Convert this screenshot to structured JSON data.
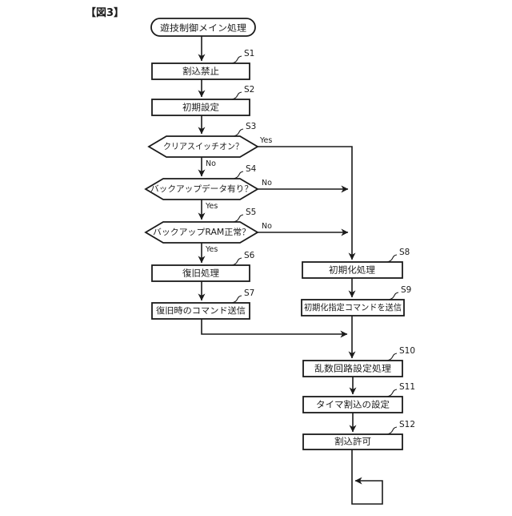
{
  "figure": {
    "label": "【図3】"
  },
  "flowchart": {
    "type": "flowchart",
    "start": {
      "label": "遊技制御メイン処理"
    },
    "steps": {
      "s1": {
        "id": "S1",
        "label": "割込禁止"
      },
      "s2": {
        "id": "S2",
        "label": "初期設定"
      },
      "s3": {
        "id": "S3",
        "label": "クリアスイッチオン？",
        "branch_right": "Yes",
        "branch_down": "No"
      },
      "s4": {
        "id": "S4",
        "label": "バックアップデータ有り？",
        "branch_right": "No",
        "branch_down": "Yes"
      },
      "s5": {
        "id": "S5",
        "label": "バックアップRAM正常？",
        "branch_right": "No",
        "branch_down": "Yes"
      },
      "s6": {
        "id": "S6",
        "label": "復旧処理"
      },
      "s7": {
        "id": "S7",
        "label": "復旧時のコマンド送信"
      },
      "s8": {
        "id": "S8",
        "label": "初期化処理"
      },
      "s9": {
        "id": "S9",
        "label": "初期化指定コマンドを送信"
      },
      "s10": {
        "id": "S10",
        "label": "乱数回路設定処理"
      },
      "s11": {
        "id": "S11",
        "label": "タイマ割込の設定"
      },
      "s12": {
        "id": "S12",
        "label": "割込許可"
      }
    },
    "colors": {
      "line": "#1a1a1a",
      "background": "#ffffff"
    }
  }
}
